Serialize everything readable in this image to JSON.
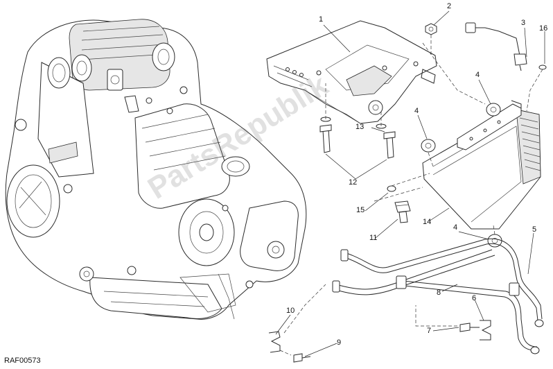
{
  "diagram": {
    "reference_code": "RAF00573",
    "watermark_text": "PartsRepublik",
    "callouts": [
      {
        "id": "c1",
        "label": "1"
      },
      {
        "id": "c2",
        "label": "2"
      },
      {
        "id": "c3",
        "label": "3"
      },
      {
        "id": "c16",
        "label": "16"
      },
      {
        "id": "c4a",
        "label": "4"
      },
      {
        "id": "c4b",
        "label": "4"
      },
      {
        "id": "c4c",
        "label": "4"
      },
      {
        "id": "c13",
        "label": "13"
      },
      {
        "id": "c12",
        "label": "12"
      },
      {
        "id": "c15",
        "label": "15"
      },
      {
        "id": "c11",
        "label": "11"
      },
      {
        "id": "c14",
        "label": "14"
      },
      {
        "id": "c5",
        "label": "5"
      },
      {
        "id": "c8",
        "label": "8"
      },
      {
        "id": "c6",
        "label": "6"
      },
      {
        "id": "c7",
        "label": "7"
      },
      {
        "id": "c10",
        "label": "10"
      },
      {
        "id": "c9",
        "label": "9"
      }
    ]
  }
}
